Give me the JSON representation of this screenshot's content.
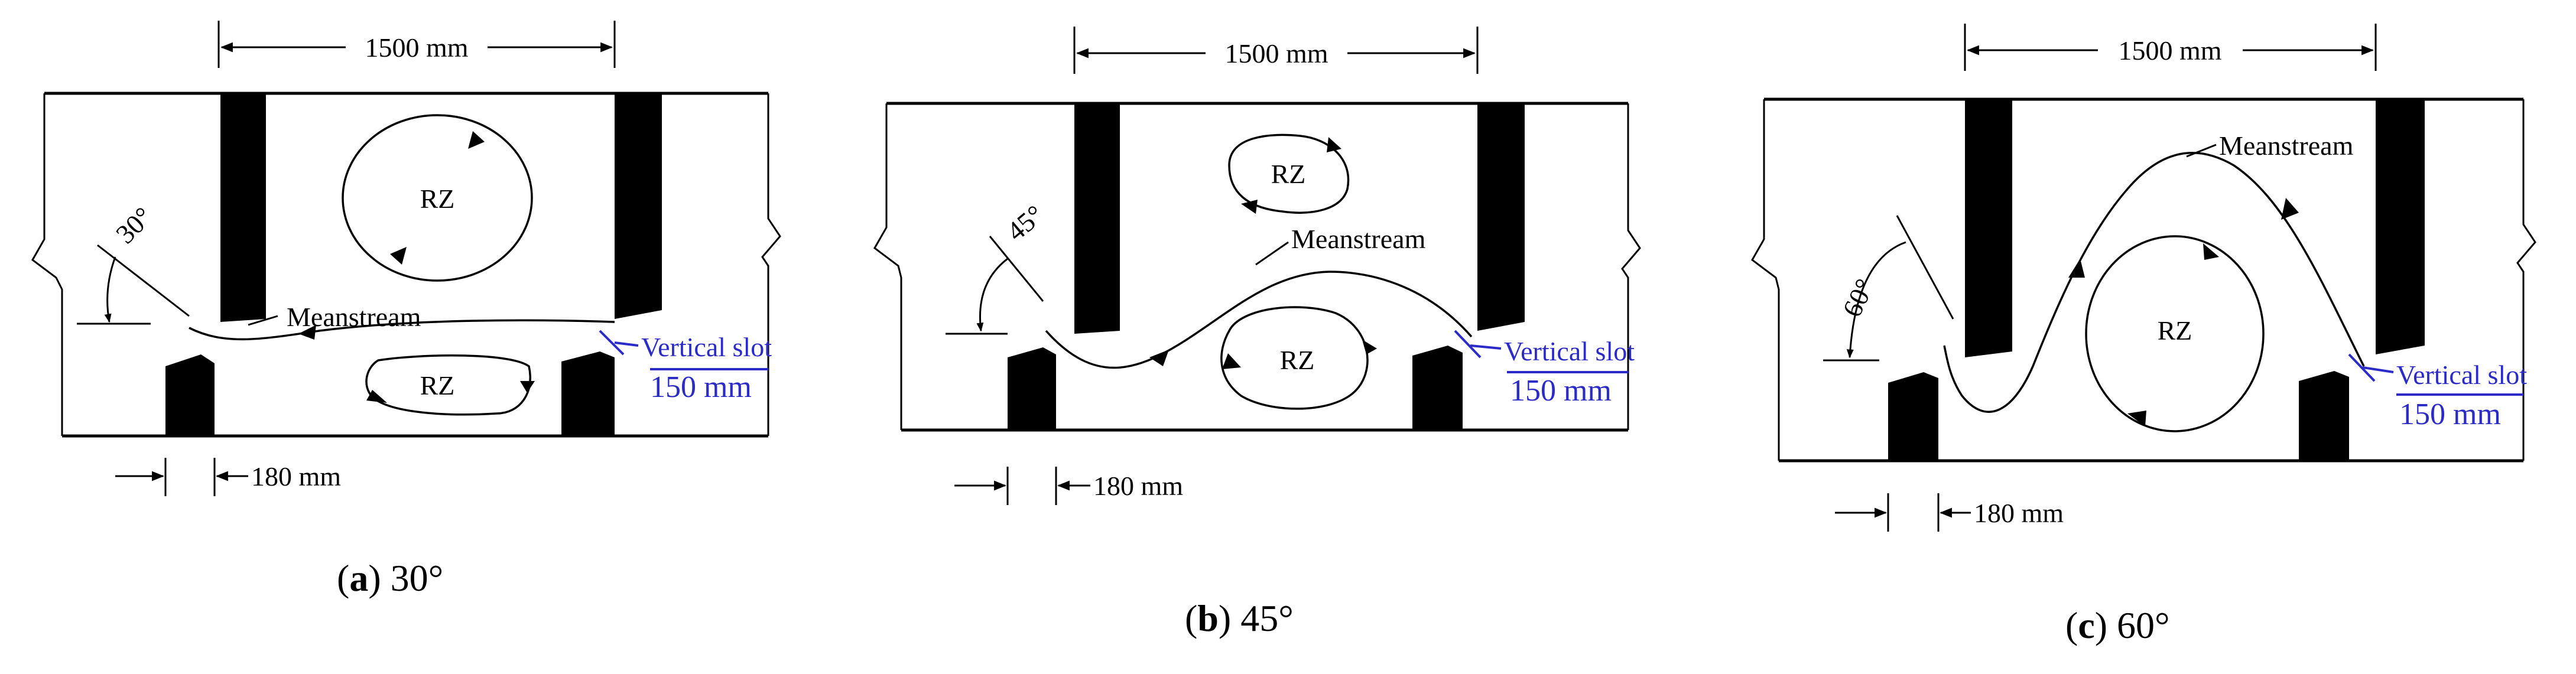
{
  "colors": {
    "line": "#000000",
    "slot": "#2b2bc8",
    "background": "#ffffff"
  },
  "panels": [
    {
      "angle_label": "30°",
      "spacing_label": "1500 mm",
      "gap_label": "180 mm",
      "slot_label": "Vertical slot",
      "slot_width_label": "150 mm",
      "mainstream_label": "Meanstream",
      "rz_labels": [
        "RZ",
        "RZ"
      ],
      "caption_letter": "a",
      "caption_angle": "30°"
    },
    {
      "angle_label": "45°",
      "spacing_label": "1500 mm",
      "gap_label": "180 mm",
      "slot_label": "Vertical slot",
      "slot_width_label": "150 mm",
      "mainstream_label": "Meanstream",
      "rz_labels": [
        "RZ",
        "RZ"
      ],
      "caption_letter": "b",
      "caption_angle": "45°"
    },
    {
      "angle_label": "60°",
      "spacing_label": "1500 mm",
      "gap_label": "180 mm",
      "slot_label": "Vertical slot",
      "slot_width_label": "150 mm",
      "mainstream_label": "Meanstream",
      "rz_labels": [
        "RZ"
      ],
      "caption_letter": "c",
      "caption_angle": "60°"
    }
  ]
}
